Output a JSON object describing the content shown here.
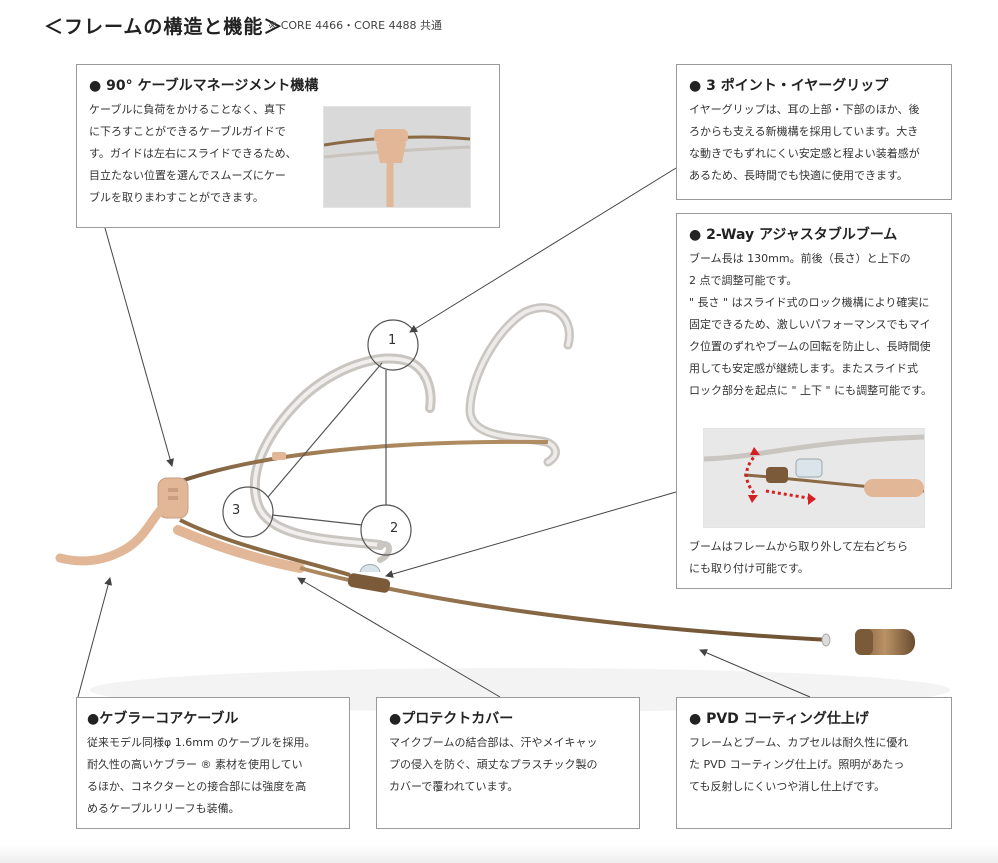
{
  "header": {
    "title": "＜フレームの構造と機能＞",
    "note": "※ CORE 4466・CORE 4488 共通"
  },
  "callouts": {
    "cable_management": {
      "title": "● 90° ケーブルマネージメント機構",
      "lines": [
        "ケーブルに負荷をかけることなく、真下",
        "に下ろすことができるケーブルガイドで",
        "す。ガイドは左右にスライドできるため、",
        "目立たない位置を選んでスムーズにケー",
        "ブルを取りまわすことができます。"
      ]
    },
    "ear_grip": {
      "title": "● 3 ポイント・イヤーグリップ",
      "lines": [
        "イヤーグリップは、耳の上部・下部のほか、後",
        "ろからも支える新機構を採用しています。大き",
        "な動きでもずれにくい安定感と程よい装着感が",
        "あるため、長時間でも快適に使用できます。"
      ]
    },
    "boom": {
      "title": "● 2-Way アジャスタブルブーム",
      "lines": [
        "ブーム長は 130mm。前後（長さ）と上下の",
        "2 点で調整可能です。",
        "\" 長さ \" はスライド式のロック機構により確実に",
        "固定できるため、激しいパフォーマンスでもマイ",
        "ク位置のずれやブームの回転を防止し、長時間使",
        "用しても安定感が継続します。またスライド式",
        "ロック部分を起点に \" 上下 \" にも調整可能です。"
      ],
      "footer_lines": [
        "ブームはフレームから取り外して左右どちら",
        "にも取り付け可能です。"
      ]
    },
    "kevlar": {
      "title": "●ケブラーコアケーブル",
      "lines": [
        "従来モデル同様φ 1.6mm のケーブルを採用。",
        "耐久性の高いケブラー ® 素材を使用してい",
        "るほか、コネクターとの接合部には強度を高",
        "めるケーブルリリーフも装備。"
      ]
    },
    "protect": {
      "title": "●プロテクトカバー",
      "lines": [
        "マイクブームの結合部は、汗やメイキャッ",
        "プの侵入を防ぐ、頑丈なプラスチック製の",
        "カバーで覆われています。"
      ]
    },
    "pvd": {
      "title": "● PVD コーティング仕上げ",
      "lines": [
        "フレームとブーム、カプセルは耐久性に優れ",
        "た PVD コーティング仕上げ。照明があたっ",
        "ても反射しにくいつや消し仕上げです。"
      ]
    }
  },
  "grip_points": {
    "p1": "1",
    "p2": "2",
    "p3": "3"
  },
  "colors": {
    "frame": "#8a6a45",
    "earhook": "#d8d4cf",
    "skin": "#e2b798",
    "border": "#9a9a9a",
    "arrow_red": "#d62020"
  }
}
